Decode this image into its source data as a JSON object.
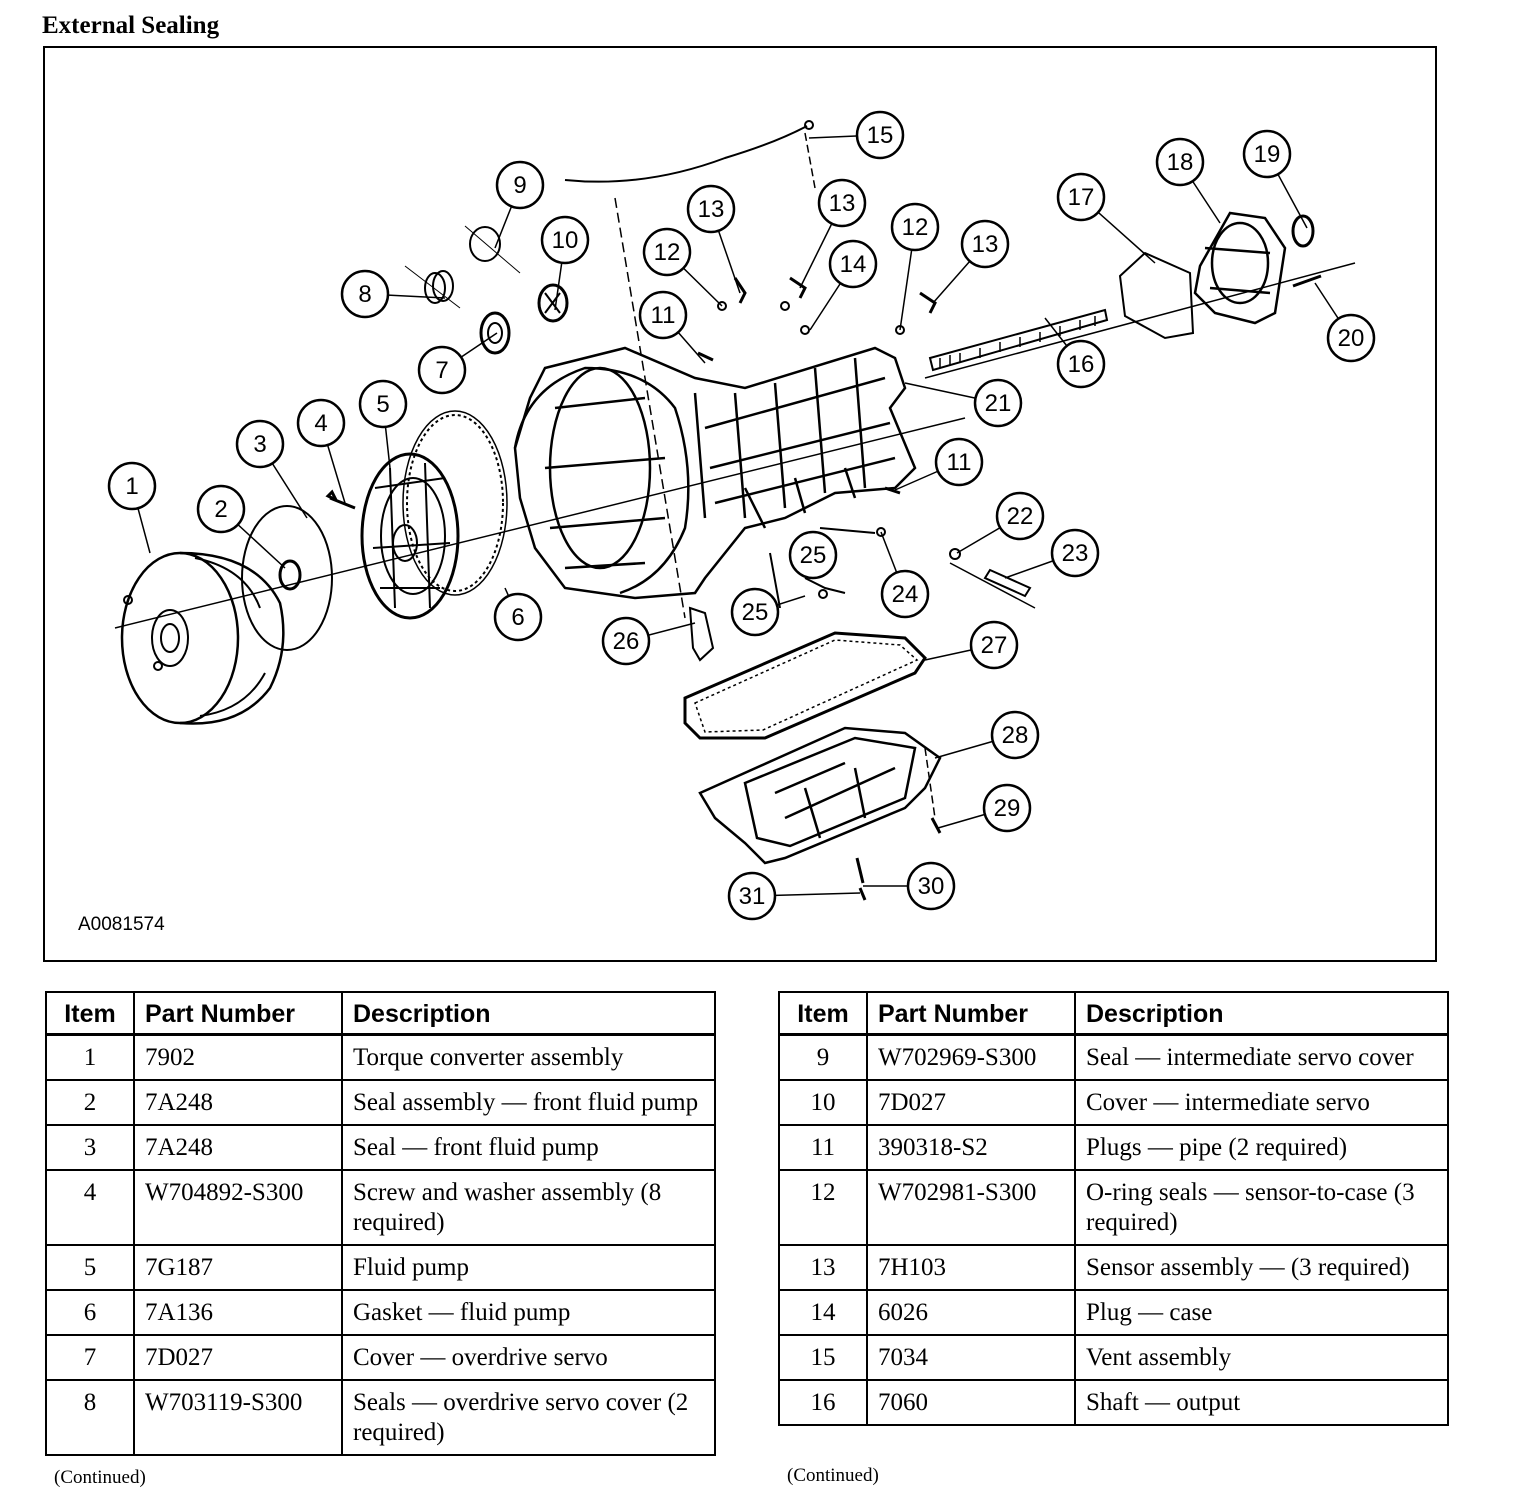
{
  "title": "External Sealing",
  "figure_id": "A0081574",
  "callouts": [
    "1",
    "2",
    "3",
    "4",
    "5",
    "6",
    "7",
    "8",
    "9",
    "10",
    "11",
    "11",
    "12",
    "12",
    "13",
    "13",
    "13",
    "14",
    "15",
    "16",
    "17",
    "18",
    "19",
    "20",
    "21",
    "22",
    "23",
    "24",
    "25",
    "25",
    "26",
    "27",
    "28",
    "29",
    "30",
    "31"
  ],
  "table_headers": {
    "item": "Item",
    "part": "Part Number",
    "desc": "Description"
  },
  "left_rows": [
    {
      "item": "1",
      "part": "7902",
      "desc": "Torque converter assembly"
    },
    {
      "item": "2",
      "part": "7A248",
      "desc": "Seal assembly — front fluid pump"
    },
    {
      "item": "3",
      "part": "7A248",
      "desc": "Seal — front fluid pump"
    },
    {
      "item": "4",
      "part": "W704892-S300",
      "desc": "Screw and washer assembly (8 required)"
    },
    {
      "item": "5",
      "part": "7G187",
      "desc": "Fluid pump"
    },
    {
      "item": "6",
      "part": "7A136",
      "desc": "Gasket — fluid pump"
    },
    {
      "item": "7",
      "part": "7D027",
      "desc": "Cover — overdrive servo"
    },
    {
      "item": "8",
      "part": "W703119-S300",
      "desc": "Seals — overdrive servo cover (2 required)"
    }
  ],
  "right_rows": [
    {
      "item": "9",
      "part": "W702969-S300",
      "desc": "Seal — intermediate servo cover"
    },
    {
      "item": "10",
      "part": "7D027",
      "desc": "Cover — intermediate servo"
    },
    {
      "item": "11",
      "part": "390318-S2",
      "desc": "Plugs — pipe (2 required)"
    },
    {
      "item": "12",
      "part": "W702981-S300",
      "desc": "O-ring seals — sensor-to-case (3 required)"
    },
    {
      "item": "13",
      "part": "7H103",
      "desc": "Sensor assembly — (3 required)"
    },
    {
      "item": "14",
      "part": "6026",
      "desc": "Plug — case"
    },
    {
      "item": "15",
      "part": "7034",
      "desc": "Vent assembly"
    },
    {
      "item": "16",
      "part": "7060",
      "desc": "Shaft — output"
    }
  ],
  "continued_left": "(Continued)",
  "continued_right": "(Continued)"
}
